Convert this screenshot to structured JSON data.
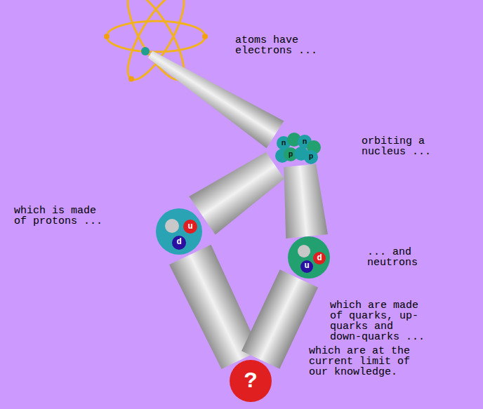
{
  "diagram": {
    "nodes": [
      {
        "text": [
          "atoms have electrons ..."
        ]
      },
      {
        "text": [
          "orbiting a nucleus ...",
          "n",
          "n",
          "p",
          "p"
        ]
      },
      {
        "text": [
          "which is made of protons ...",
          "u",
          "d"
        ]
      },
      {
        "text": [
          "... and neutrons",
          "d",
          "u"
        ]
      },
      {
        "text": [
          "which are at the current limit of our knowledge.",
          "?"
        ]
      }
    ],
    "edges": [
      {
        "from": 0,
        "to": 1,
        "arrow": "none"
      },
      {
        "from": 1,
        "to": 2,
        "arrow": "none"
      },
      {
        "from": 1,
        "to": 3,
        "arrow": "none"
      },
      {
        "from": 2,
        "to": 4,
        "arrow": "none"
      },
      {
        "from": 3,
        "to": 4,
        "arrow": "none"
      }
    ],
    "labels": [
      "which are made of quarks, up-quarks and down-quarks ..."
    ]
  }
}
